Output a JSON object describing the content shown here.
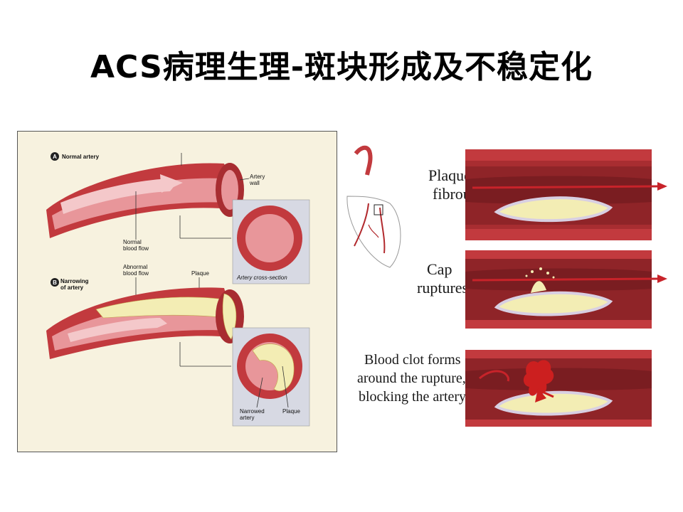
{
  "slide": {
    "title": "ACS病理生理-斑块形成及不稳定化"
  },
  "left_figure": {
    "panel_a": {
      "badge": "A",
      "label": "Normal artery"
    },
    "panel_b": {
      "badge": "B",
      "label_line1": "Narrowing",
      "label_line2": "of artery"
    },
    "artery_wall_line1": "Artery",
    "artery_wall_line2": "wall",
    "normal_flow_line1": "Normal",
    "normal_flow_line2": "blood flow",
    "abnormal_flow_line1": "Abnormal",
    "abnormal_flow_line2": "blood flow",
    "plaque": "Plaque",
    "cross_section": "Artery cross-section",
    "narrowed_line1": "Narrowed",
    "narrowed_line2": "artery",
    "plaque_cs": "Plaque"
  },
  "right_figure": {
    "stage1_line1": "Plaque with",
    "stage1_line2": "fibrous cap",
    "stage2_line1": "Cap",
    "stage2_line2": "ruptures",
    "stage3_line1": "Blood clot forms",
    "stage3_line2": "around the rupture,",
    "stage3_line3": "blocking the artery"
  },
  "colors": {
    "artery_outer": "#c23a3e",
    "artery_inner": "#e8969a",
    "plaque": "#f3edb4",
    "clot": "#cc1f1f",
    "flow_arrow": "#c8232a",
    "panel_bg": "#f7f2df",
    "cross_box": "#d7d9e3"
  }
}
